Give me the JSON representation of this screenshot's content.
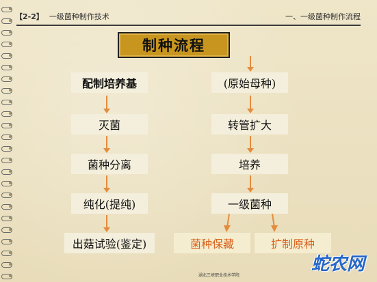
{
  "header": {
    "section_tag": "【2-2】",
    "course_title": "一级菌种制作技术",
    "chapter_title": "一、一级菌种制作流程"
  },
  "diagram": {
    "title": "制种流程",
    "left_column": [
      "配制培养基",
      "灭菌",
      "菌种分离",
      "纯化(提纯)",
      "出菇试验(鉴定)"
    ],
    "right_column": [
      "(原始母种)",
      "转管扩大",
      "培养",
      "一级菌种"
    ],
    "outputs": [
      "菌种保藏",
      "扩制原种"
    ],
    "arrow_color": "#e48c3c",
    "title_color": "#c8961f",
    "output_text_color": "#d8601a"
  },
  "footer": {
    "institution": "湖北三峡职业技术学院",
    "watermark": "蛇农网"
  }
}
